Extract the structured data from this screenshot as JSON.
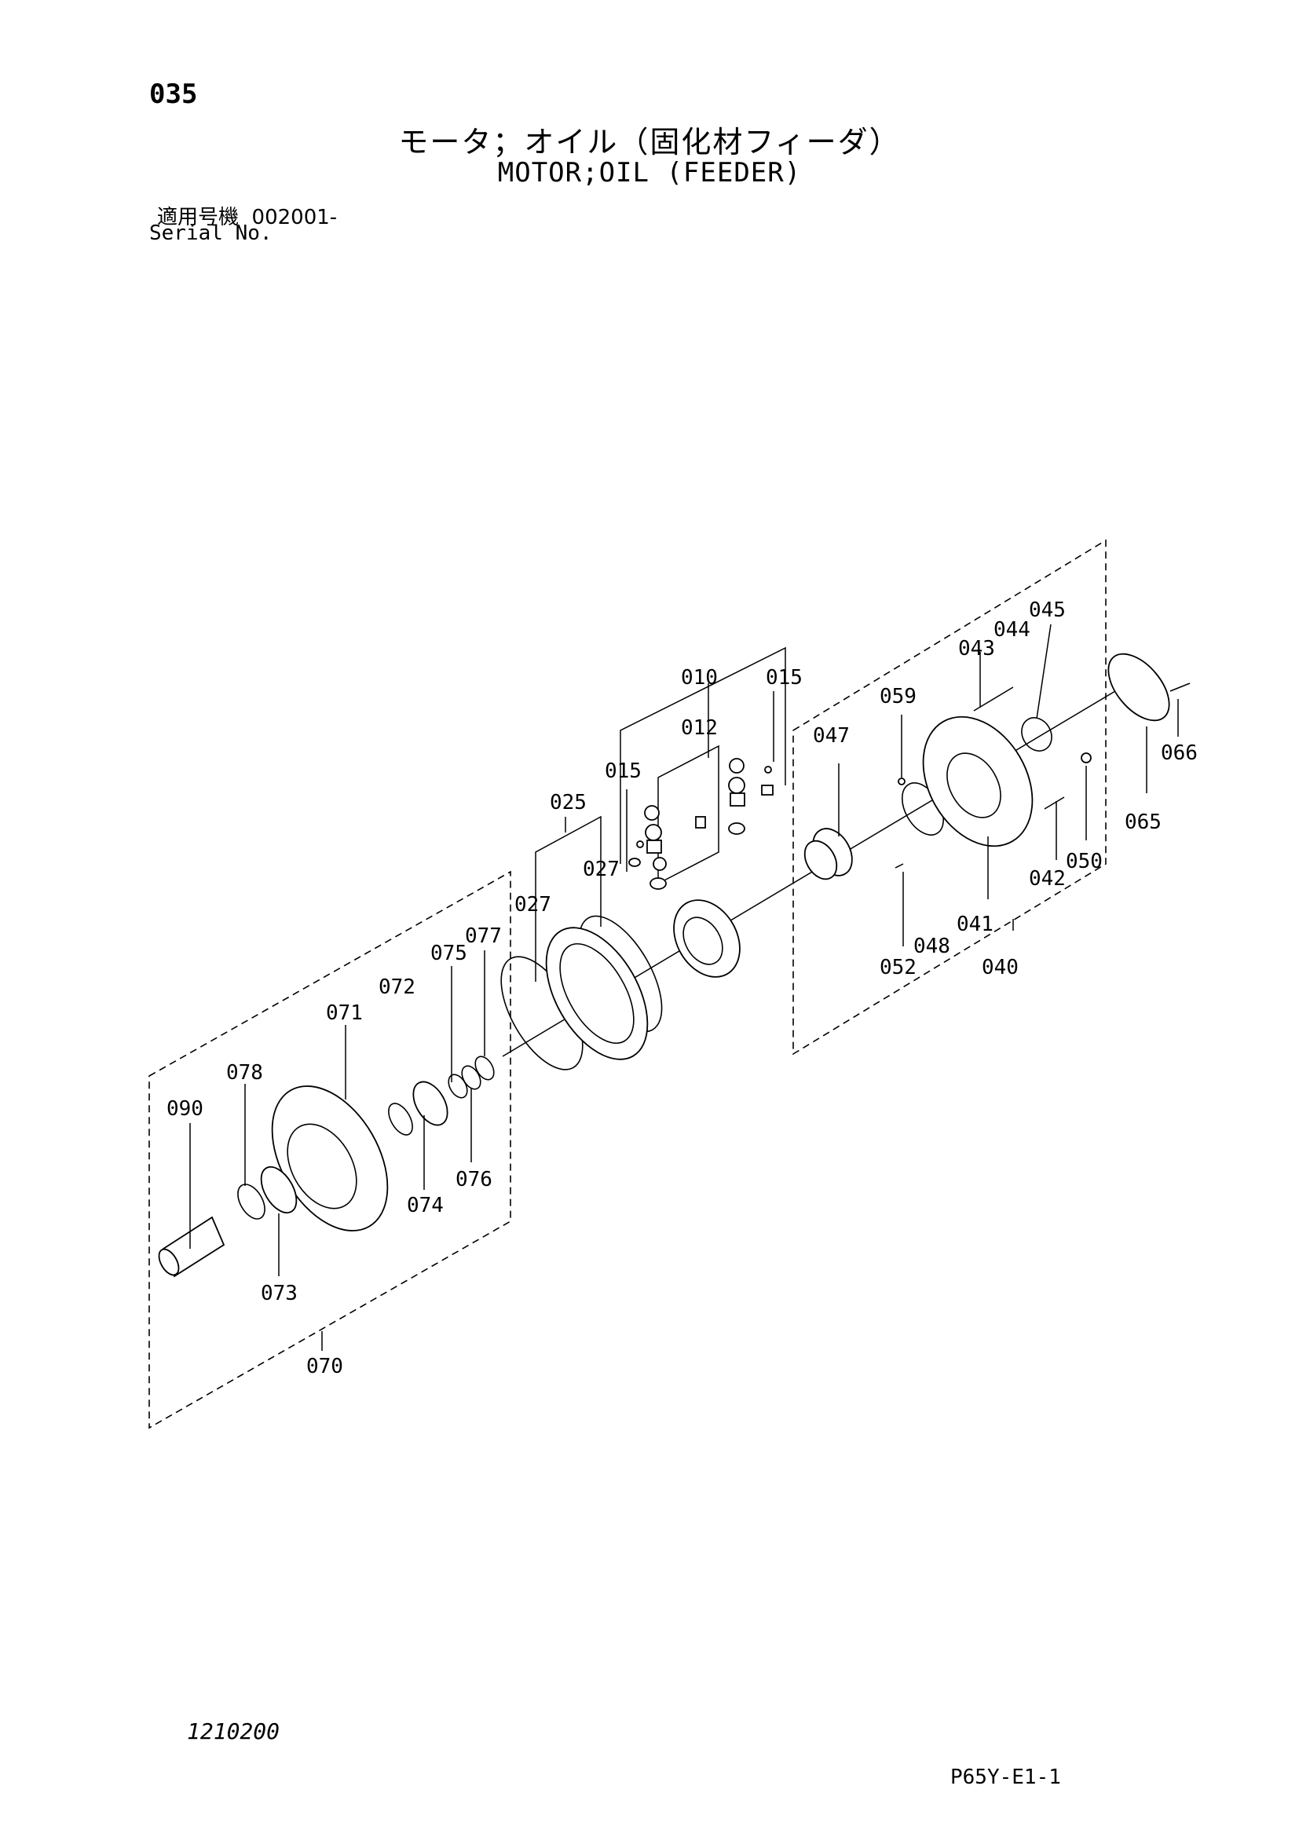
{
  "header": {
    "page_number": "035",
    "title_jp": "モータ；オイル（固化材フィーダ）",
    "title_en": "MOTOR;OIL (FEEDER)",
    "serial_label_jp": "適用号機",
    "serial_value": "002001-",
    "serial_label_en": "Serial No."
  },
  "footer": {
    "doc_code": "1210200",
    "page_ref": "P65Y-E1-1"
  },
  "callouts": [
    "010",
    "015",
    "015",
    "012",
    "025",
    "027",
    "027",
    "047",
    "059",
    "043",
    "044",
    "045",
    "066",
    "065",
    "050",
    "042",
    "041",
    "048",
    "052",
    "040",
    "077",
    "075",
    "072",
    "071",
    "078",
    "090",
    "076",
    "074",
    "073",
    "070"
  ]
}
